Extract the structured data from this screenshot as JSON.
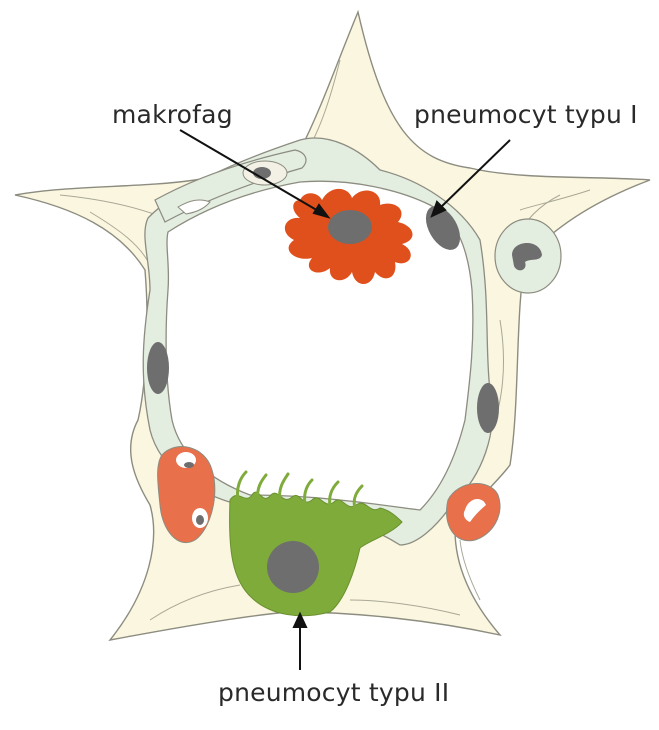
{
  "labels": {
    "macrophage": "makrofag",
    "pneumocyte_type1": "pneumocyt typu I",
    "pneumocyte_type2": "pneumocyt typu II"
  },
  "colors": {
    "interstitium_fill": "#fbf6df",
    "interstitium_stroke": "#8c8c80",
    "pneumocyte1_fill": "#e3ede0",
    "macrophage": "#e0501c",
    "pneumocyte2": "#7fab3b",
    "erythrocyte": "#e8704a",
    "nucleus": "#6e6e6e",
    "arrow": "#111111"
  }
}
